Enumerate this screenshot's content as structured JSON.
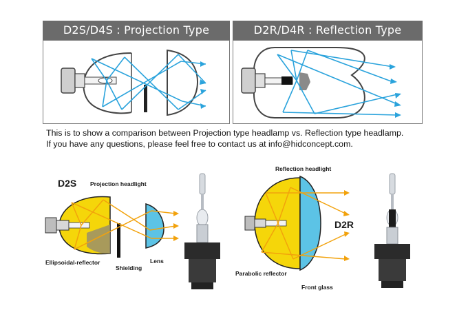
{
  "panels": {
    "left_title": "D2S/D4S : Projection Type",
    "right_title": "D2R/D4R : Reflection Type"
  },
  "caption": {
    "line1": "This is to show a comparison between Projection type headlamp vs. Reflection type headlamp.",
    "line2": "If you have any questions, please feel free to contact us at info@hidconcept.com."
  },
  "lower_left": {
    "model": "D2S",
    "title": "Projection headlight",
    "reflector_label": "Ellipsoidal-reflector",
    "shielding_label": "Shielding",
    "lens_label": "Lens"
  },
  "lower_right": {
    "model": "D2R",
    "title": "Reflection headlight",
    "reflector_label": "Parabolic reflector",
    "glass_label": "Front glass"
  },
  "colors": {
    "header_bg": "#6b6b6b",
    "ray_blue": "#2aa3dc",
    "reflector_yellow": "#f5d60a",
    "ray_orange": "#f2a20c",
    "lens_blue": "#5cc3e6"
  }
}
